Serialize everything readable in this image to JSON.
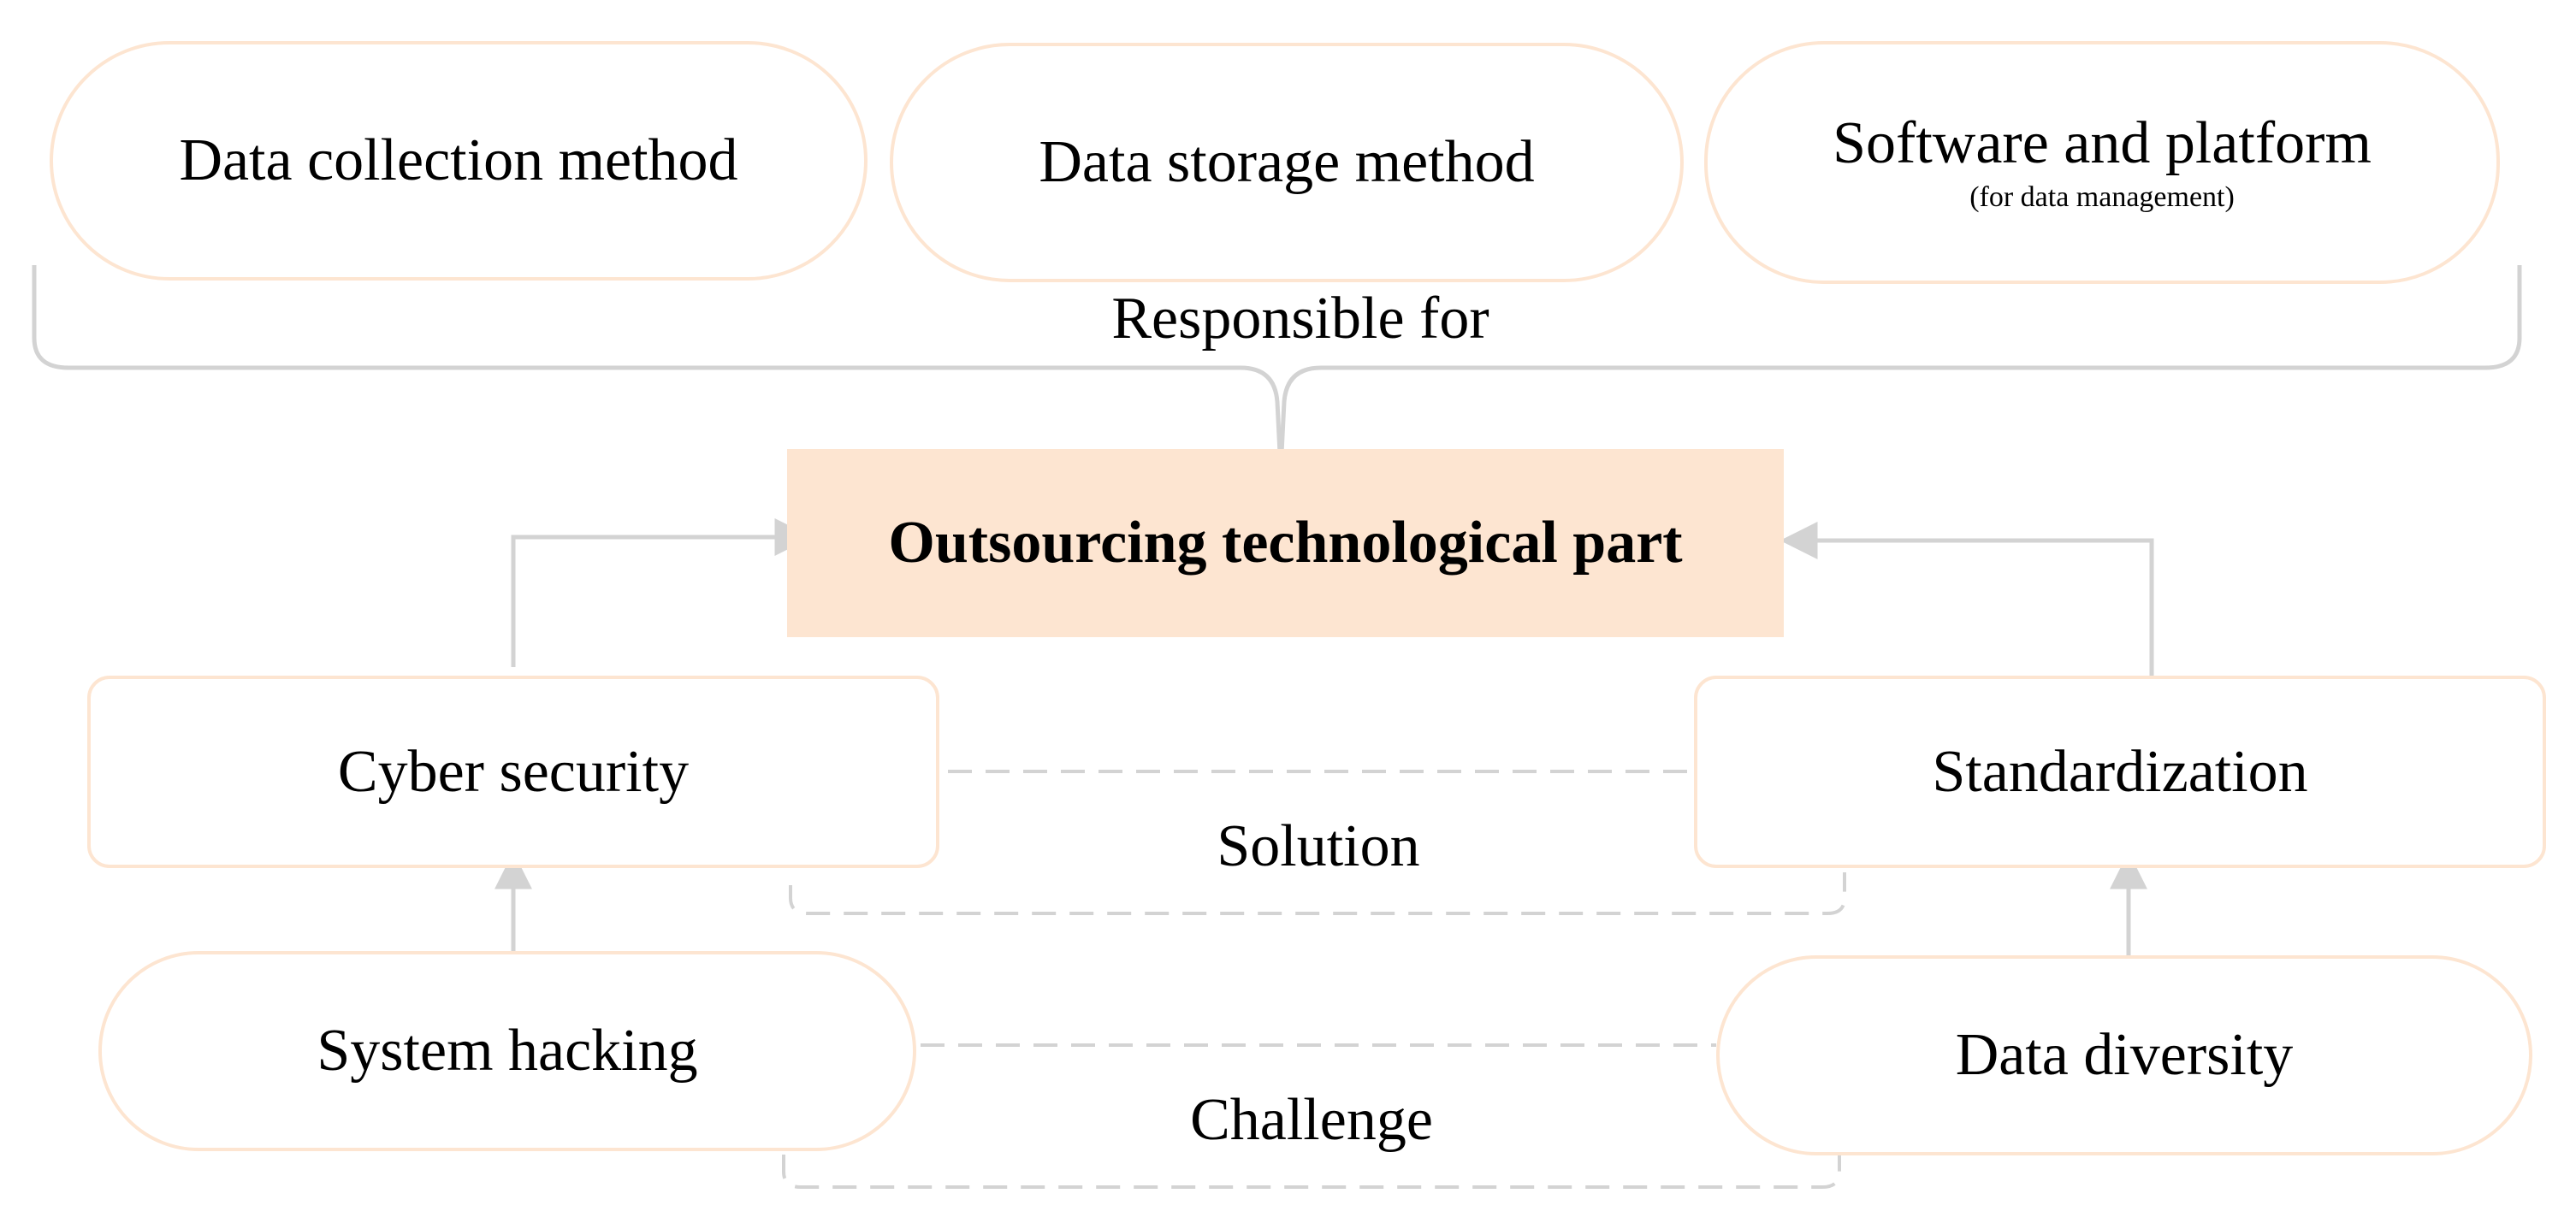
{
  "diagram": {
    "top_nodes": [
      {
        "label": "Data collection method",
        "sublabel": ""
      },
      {
        "label": "Data storage method",
        "sublabel": ""
      },
      {
        "label": "Software and platform",
        "sublabel": "(for data management)"
      }
    ],
    "brace_label": "Responsible for",
    "center_node": {
      "label": "Outsourcing technological part"
    },
    "solutions": {
      "left": "Cyber security",
      "right": "Standardization",
      "group_label": "Solution"
    },
    "challenges": {
      "left": "System hacking",
      "right": "Data diversity",
      "group_label": "Challenge"
    },
    "colors": {
      "node_border": "#fde5d1",
      "center_fill": "#fde5d1",
      "connector": "#d3d3d3",
      "text": "#000000"
    }
  }
}
